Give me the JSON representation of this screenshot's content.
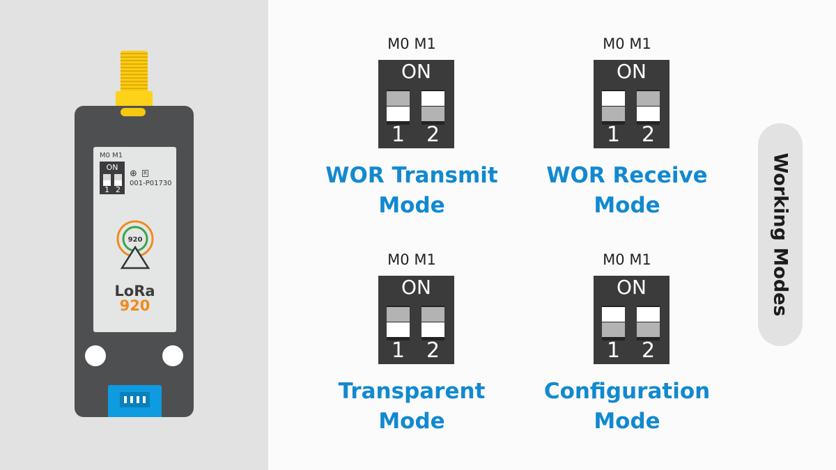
{
  "device": {
    "switch_labels": "M0 M1",
    "switch_on": "ON",
    "switch_num_1": "1",
    "switch_num_2": "2",
    "cert_id": "001-P01730",
    "badge_freq": "920",
    "brand": "LoRa",
    "freq": "920",
    "colors": {
      "body": "#4e4f51",
      "antenna": "#f7cd14",
      "connector": "#0e9be0",
      "accent_orange": "#ef8b1f",
      "accent_green": "#3ba34a"
    }
  },
  "modes": [
    {
      "header": "M0 M1",
      "on_label": "ON",
      "num1": "1",
      "num2": "2",
      "m0": "ON",
      "m1": "OFF",
      "title_line1": "WOR Transmit",
      "title_line2": "Mode"
    },
    {
      "header": "M0 M1",
      "on_label": "ON",
      "num1": "1",
      "num2": "2",
      "m0": "OFF",
      "m1": "ON",
      "title_line1": "WOR Receive",
      "title_line2": "Mode"
    },
    {
      "header": "M0 M1",
      "on_label": "ON",
      "num1": "1",
      "num2": "2",
      "m0": "ON",
      "m1": "ON",
      "title_line1": "Transparent",
      "title_line2": "Mode"
    },
    {
      "header": "M0 M1",
      "on_label": "ON",
      "num1": "1",
      "num2": "2",
      "m0": "OFF",
      "m1": "OFF",
      "title_line1": "Configuration",
      "title_line2": "Mode"
    }
  ],
  "sidebar_title": "Working Modes",
  "colors": {
    "mode_title": "#1289cf",
    "switch_body": "#3b3b3c",
    "switch_white": "#ffffff",
    "switch_gray": "#b3b3b3",
    "pill": "#e2e2e2"
  }
}
